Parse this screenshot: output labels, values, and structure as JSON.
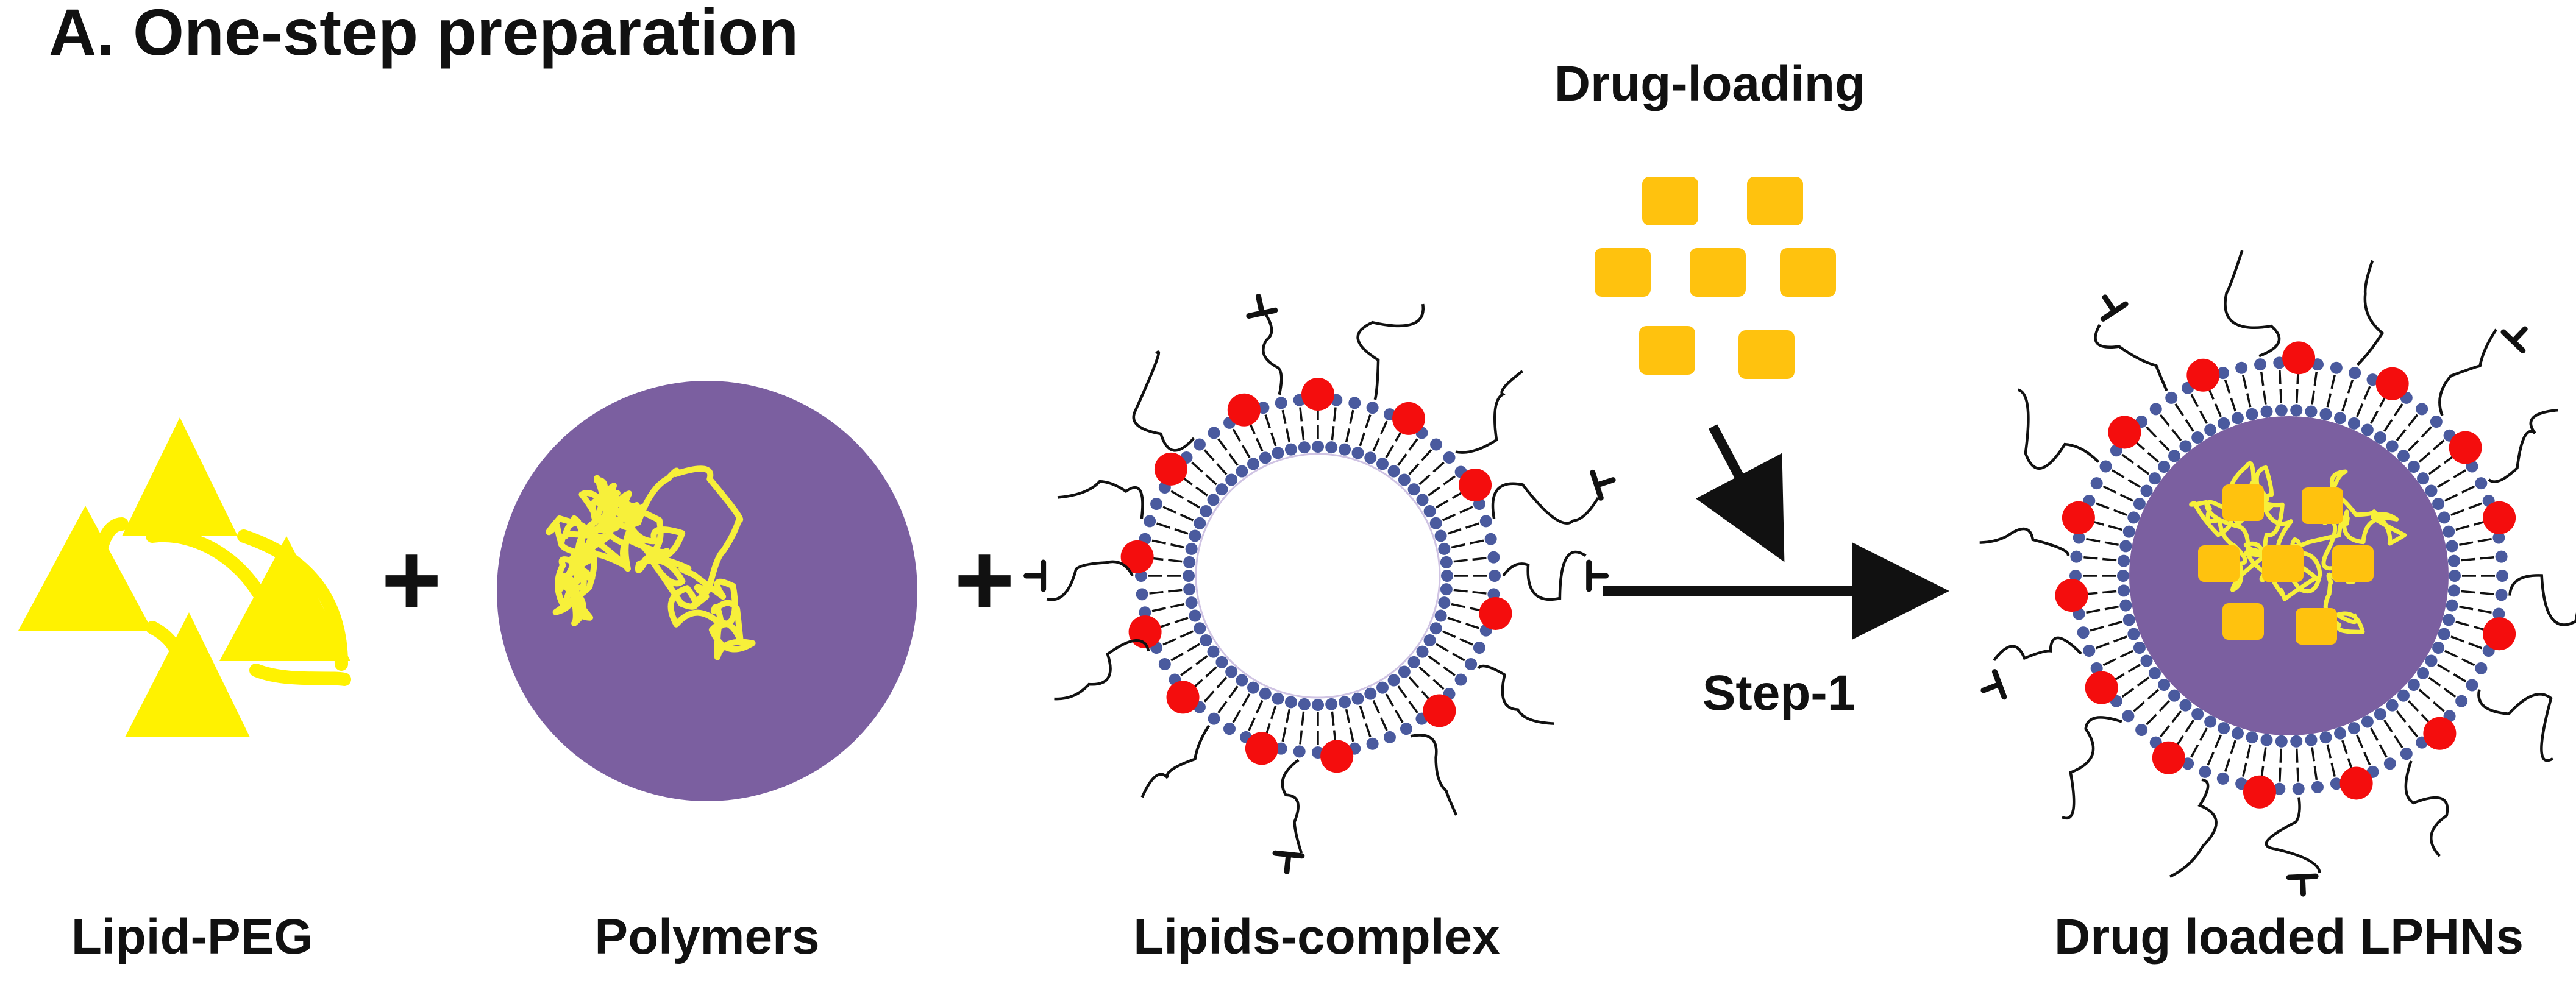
{
  "title": "A. One-step preparation",
  "labels": {
    "lipid_peg": "Lipid-PEG",
    "polymers": "Polymers",
    "lipids_complex": "Lipids-complex",
    "drug_loaded": "Drug loaded LPHNs",
    "drug_loading": "Drug-loading",
    "step": "Step-1"
  },
  "operators": {
    "plus": "+"
  },
  "colors": {
    "lipid_peg": "#fff200",
    "polymer_core": "#7b5fa0",
    "polymer_chain": "#f7f03a",
    "lipid_head": "#4a5a9e",
    "lipid_red": "#f40d0d",
    "drug": "#ffc20e",
    "text": "#111111"
  },
  "icons": [
    "lipid-peg-icon",
    "polymer-particle-icon",
    "lipid-complex-icon",
    "drug-icon",
    "arrow-icon",
    "lphn-icon"
  ]
}
